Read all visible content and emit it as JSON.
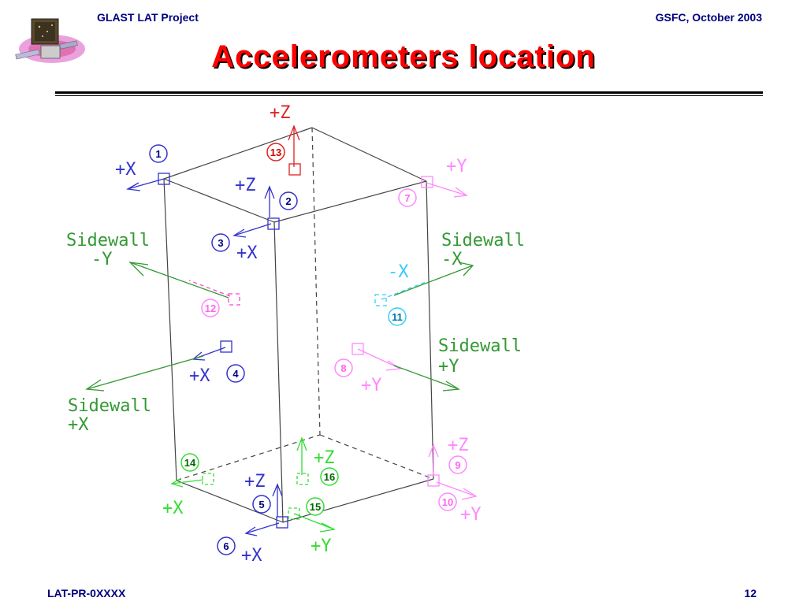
{
  "header": {
    "left": "GLAST LAT Project",
    "right": "GSFC, October 2003"
  },
  "title": "Accelerometers location",
  "footer": {
    "left": "LAT-PR-0XXXX",
    "page": "12"
  },
  "colors": {
    "blue": "#3333cc",
    "red": "#dd2222",
    "pink": "#ff88ff",
    "green": "#33dd33",
    "cyan": "#33ccff",
    "sidewall_green": "#339933",
    "title_red": "#ff0000",
    "header_navy": "#000080"
  },
  "labels": {
    "top_z": "+Z",
    "x1": "+X",
    "z2": "+Z",
    "x3": "+X",
    "x4": "+X",
    "y7": "+Y",
    "sidewall_neg_y_1": "Sidewall",
    "sidewall_neg_y_2": "-Y",
    "sidewall_neg_x_1": "Sidewall",
    "sidewall_neg_x_2": "-X",
    "neg_x_cyan": "-X",
    "sidewall_pos_y_1": "Sidewall",
    "sidewall_pos_y_2": "+Y",
    "y8": "+Y",
    "sidewall_pos_x_1": "Sidewall",
    "sidewall_pos_x_2": "+X",
    "z9": "+Z",
    "y10": "+Y",
    "z16": "+Z",
    "x14": "+X",
    "z5": "+Z",
    "y15": "+Y",
    "x6": "+X"
  },
  "markers": [
    "1",
    "2",
    "3",
    "4",
    "5",
    "6",
    "7",
    "8",
    "9",
    "10",
    "11",
    "12",
    "13",
    "14",
    "15",
    "16"
  ]
}
